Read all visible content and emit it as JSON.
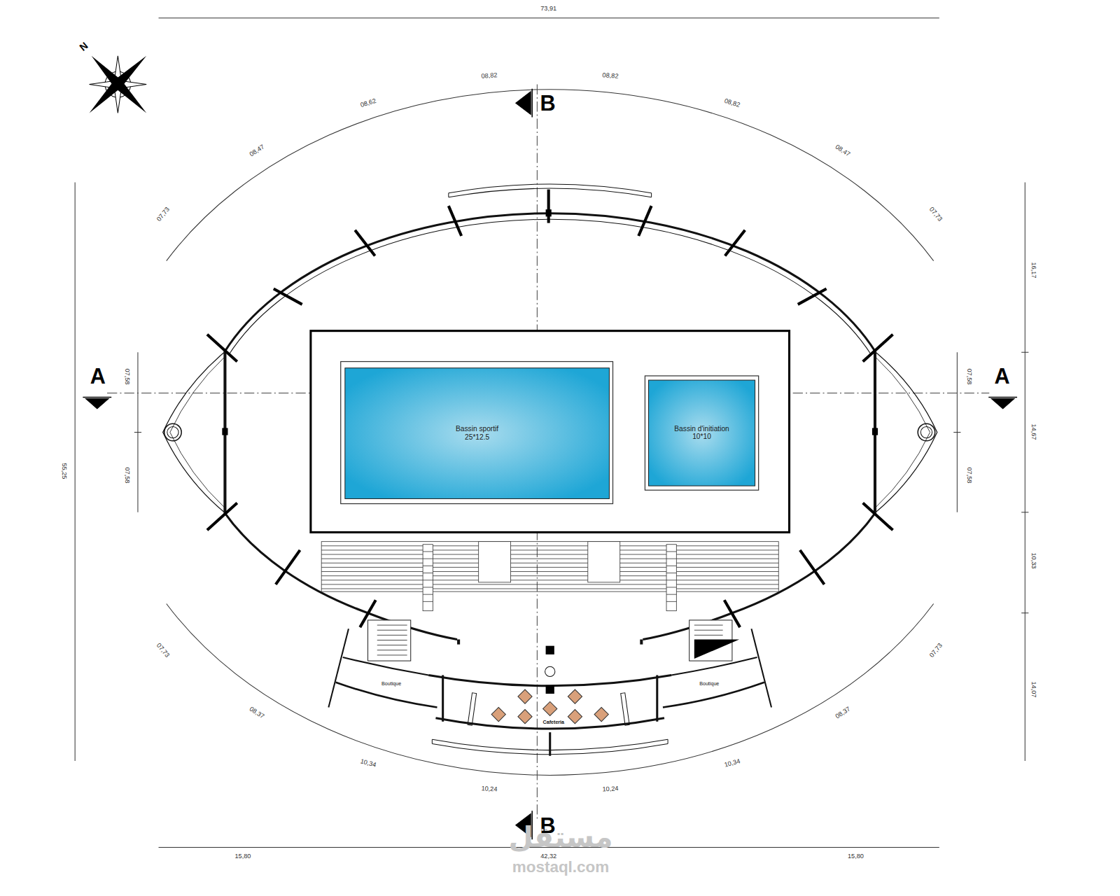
{
  "diagram": {
    "nodes": [
      {
        "text": [
          "Bassin sportif",
          "25*12.5"
        ]
      },
      {
        "text": [
          "Bassin d'initiation",
          "10*10"
        ]
      }
    ],
    "labels": [
      "73,91",
      "N",
      "08,82",
      "08,82",
      "08,62",
      "08,82",
      "08,47",
      "08,47",
      "07,73",
      "07,73",
      "B",
      "A",
      "A",
      "55,25",
      "07,58",
      "07,58",
      "16,17",
      "07,58",
      "14,67",
      "07,58",
      "10,33",
      "14,07",
      "Boutique",
      "Cafeteria",
      "Boutique",
      "07,73",
      "07,73",
      "08,37",
      "08,37",
      "10,34",
      "10,34",
      "10,24",
      "10,24",
      "B",
      "مستقل",
      "15,80",
      "42,32",
      "15,80",
      "mostaql.com"
    ]
  }
}
